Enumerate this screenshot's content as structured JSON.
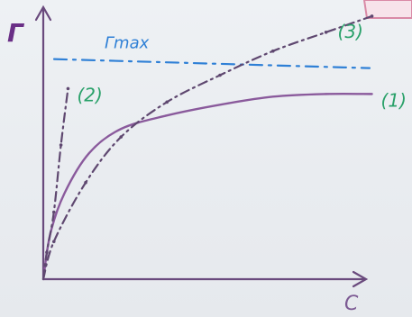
{
  "chart_data": {
    "type": "line",
    "xlabel": "C",
    "ylabel": "Γ",
    "x_range": [
      0,
      1
    ],
    "y_range": [
      0,
      1
    ],
    "grid": false,
    "reference_lines": [
      {
        "label": "Γmax",
        "y": 0.82,
        "style": "dashed",
        "color": "#2f80d6"
      }
    ],
    "series": [
      {
        "name": "(1)",
        "style": "solid",
        "color": "#8a5a9c",
        "label_color": "#2aa16a",
        "points": [
          [
            0.0,
            0.0
          ],
          [
            0.02,
            0.17
          ],
          [
            0.06,
            0.32
          ],
          [
            0.13,
            0.47
          ],
          [
            0.22,
            0.56
          ],
          [
            0.35,
            0.61
          ],
          [
            0.5,
            0.65
          ],
          [
            0.65,
            0.68
          ],
          [
            0.8,
            0.69
          ],
          [
            0.93,
            0.69
          ]
        ]
      },
      {
        "name": "(2)",
        "style": "dash-dot",
        "color": "#5f4870",
        "label_color": "#2aa16a",
        "points": [
          [
            0.0,
            0.0
          ],
          [
            0.01,
            0.1
          ],
          [
            0.03,
            0.25
          ],
          [
            0.05,
            0.5
          ],
          [
            0.07,
            0.71
          ]
        ]
      },
      {
        "name": "(3)",
        "style": "dash-dot",
        "color": "#5f4870",
        "label_color": "#2aa16a",
        "points": [
          [
            0.0,
            0.0
          ],
          [
            0.03,
            0.14
          ],
          [
            0.12,
            0.36
          ],
          [
            0.22,
            0.53
          ],
          [
            0.35,
            0.66
          ],
          [
            0.5,
            0.76
          ],
          [
            0.65,
            0.85
          ],
          [
            0.8,
            0.92
          ],
          [
            0.93,
            0.98
          ]
        ]
      }
    ]
  }
}
